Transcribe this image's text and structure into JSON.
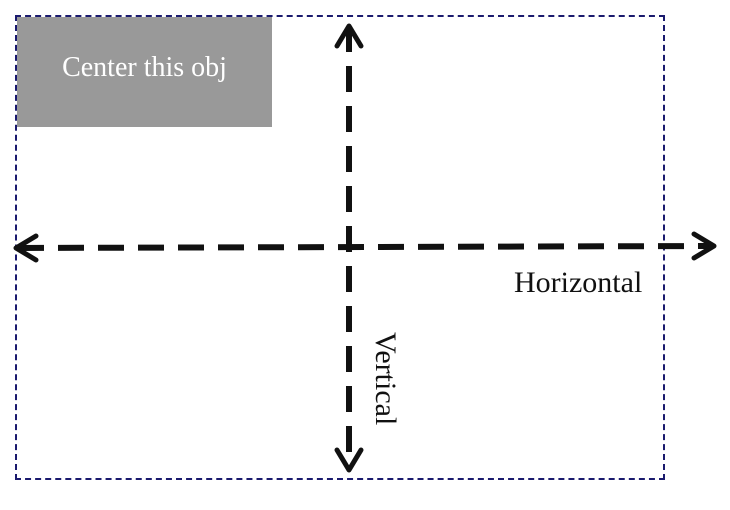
{
  "object": {
    "label": "Center this obj"
  },
  "axes": {
    "horizontal_label": "Horizontal",
    "vertical_label": "Vertical"
  },
  "colors": {
    "container_border": "#1a1a6e",
    "object_fill": "#999999",
    "object_text": "#ffffff",
    "arrow": "#111111"
  }
}
